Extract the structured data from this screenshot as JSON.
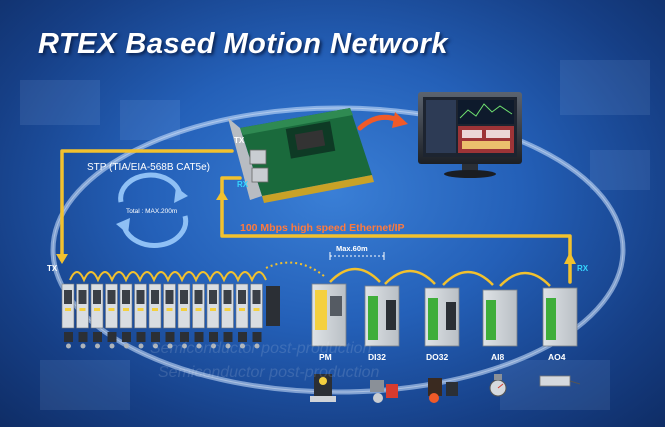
{
  "title": "RTEX Based Motion Network",
  "cable_spec": "STP (TIA/EIA-568B CAT5e)",
  "total_length": "Total : MAX.200m",
  "speed_label": "100 Mbps high speed Ethernet/IP",
  "segment_length": "Max.60m",
  "port_labels": {
    "tx_card": "TX",
    "rx_card": "RX",
    "tx_drives": "TX",
    "rx_end": "RX"
  },
  "modules": [
    {
      "label": "PM"
    },
    {
      "label": "DI32"
    },
    {
      "label": "DO32"
    },
    {
      "label": "AI8"
    },
    {
      "label": "AO4"
    }
  ],
  "watermark_lines": [
    "Semiconductor post-production",
    "Semiconductor post-production"
  ],
  "colors": {
    "link_yellow": "#f2c12e",
    "speed_orange": "#ff7a3d",
    "rx_cyan": "#35d6ff",
    "module_green": "#3fae3a"
  }
}
